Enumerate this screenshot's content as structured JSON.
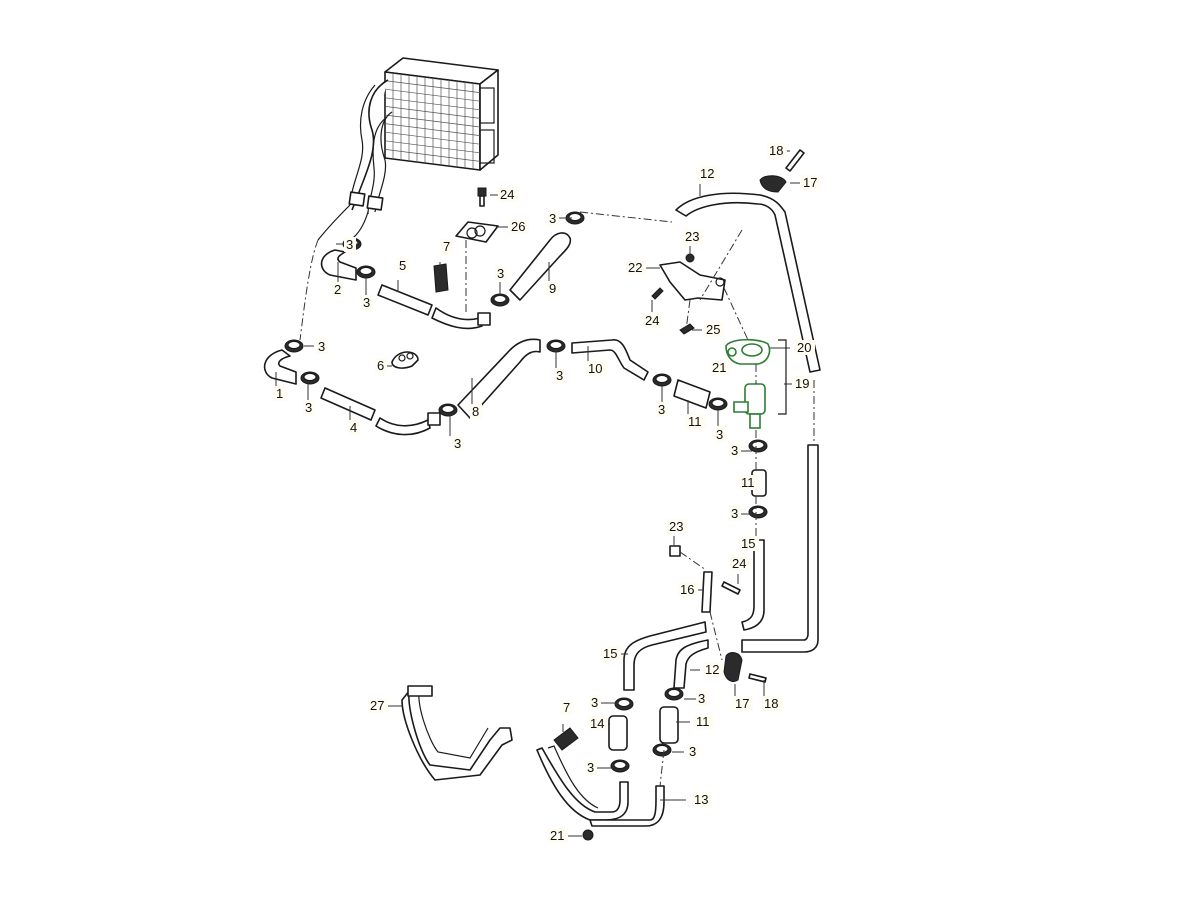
{
  "diagram": {
    "title": "Heater core / coolant hose assembly – exploded parts view",
    "accent_color": "#2e7d32",
    "callouts": [
      {
        "id": "c1",
        "number": "1",
        "part": "hose"
      },
      {
        "id": "c2",
        "number": "2",
        "part": "hose"
      },
      {
        "id": "c3a",
        "number": "3",
        "part": "hose clamp"
      },
      {
        "id": "c3b",
        "number": "3",
        "part": "hose clamp"
      },
      {
        "id": "c3c",
        "number": "3",
        "part": "hose clamp"
      },
      {
        "id": "c3d",
        "number": "3",
        "part": "hose clamp"
      },
      {
        "id": "c3e",
        "number": "3",
        "part": "hose clamp"
      },
      {
        "id": "c3f",
        "number": "3",
        "part": "hose clamp"
      },
      {
        "id": "c3g",
        "number": "3",
        "part": "hose clamp"
      },
      {
        "id": "c3h",
        "number": "3",
        "part": "hose clamp"
      },
      {
        "id": "c3i",
        "number": "3",
        "part": "hose clamp"
      },
      {
        "id": "c3j",
        "number": "3",
        "part": "hose clamp"
      },
      {
        "id": "c3k",
        "number": "3",
        "part": "hose clamp"
      },
      {
        "id": "c3l",
        "number": "3",
        "part": "hose clamp"
      },
      {
        "id": "c3m",
        "number": "3",
        "part": "hose clamp"
      },
      {
        "id": "c3n",
        "number": "3",
        "part": "hose clamp"
      },
      {
        "id": "c3o",
        "number": "3",
        "part": "hose clamp"
      },
      {
        "id": "c3p",
        "number": "3",
        "part": "hose clamp"
      },
      {
        "id": "c4",
        "number": "4",
        "part": "pipe"
      },
      {
        "id": "c5",
        "number": "5",
        "part": "pipe"
      },
      {
        "id": "c6",
        "number": "6",
        "part": "grommet"
      },
      {
        "id": "c7a",
        "number": "7",
        "part": "holder"
      },
      {
        "id": "c7b",
        "number": "7",
        "part": "holder"
      },
      {
        "id": "c8",
        "number": "8",
        "part": "hose"
      },
      {
        "id": "c9",
        "number": "9",
        "part": "hose"
      },
      {
        "id": "c10",
        "number": "10",
        "part": "hose"
      },
      {
        "id": "c11a",
        "number": "11",
        "part": "hose"
      },
      {
        "id": "c11b",
        "number": "11",
        "part": "hose"
      },
      {
        "id": "c11c",
        "number": "11",
        "part": "hose"
      },
      {
        "id": "c12a",
        "number": "12",
        "part": "pipe"
      },
      {
        "id": "c12b",
        "number": "12",
        "part": "pipe"
      },
      {
        "id": "c13",
        "number": "13",
        "part": "pipe"
      },
      {
        "id": "c14",
        "number": "14",
        "part": "hose"
      },
      {
        "id": "c15a",
        "number": "15",
        "part": "pipe"
      },
      {
        "id": "c15b",
        "number": "15",
        "part": "pipe"
      },
      {
        "id": "c16",
        "number": "16",
        "part": "bracket"
      },
      {
        "id": "c17a",
        "number": "17",
        "part": "clip"
      },
      {
        "id": "c17b",
        "number": "17",
        "part": "clip"
      },
      {
        "id": "c18a",
        "number": "18",
        "part": "bolt"
      },
      {
        "id": "c18b",
        "number": "18",
        "part": "bolt"
      },
      {
        "id": "c19",
        "number": "19",
        "part": "auxiliary water pump"
      },
      {
        "id": "c20",
        "number": "20",
        "part": "pump holder"
      },
      {
        "id": "c21a",
        "number": "21",
        "part": "nut"
      },
      {
        "id": "c21b",
        "number": "21",
        "part": "nut"
      },
      {
        "id": "c22",
        "number": "22",
        "part": "bracket"
      },
      {
        "id": "c23a",
        "number": "23",
        "part": "nut"
      },
      {
        "id": "c23b",
        "number": "23",
        "part": "nut"
      },
      {
        "id": "c24a",
        "number": "24",
        "part": "screw"
      },
      {
        "id": "c24b",
        "number": "24",
        "part": "screw"
      },
      {
        "id": "c24c",
        "number": "24",
        "part": "screw"
      },
      {
        "id": "c25",
        "number": "25",
        "part": "screw"
      },
      {
        "id": "c26",
        "number": "26",
        "part": "seal"
      },
      {
        "id": "c27",
        "number": "27",
        "part": "pipe set"
      }
    ]
  }
}
